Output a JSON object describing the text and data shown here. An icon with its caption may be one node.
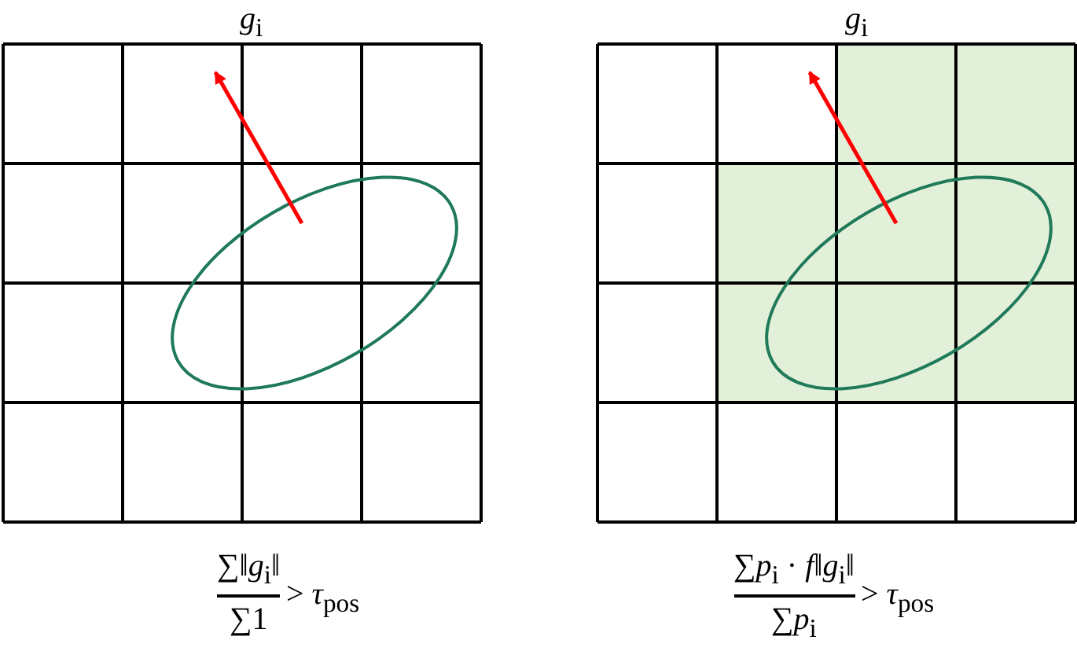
{
  "diagram": {
    "labels": [
      "*g*$_{i}$",
      "*g*$_{i}$",
      "∑‖*g*$_{i}$‖",
      "∑1",
      "> *τ*$_{pos}$",
      "∑*p*$_{i}$ · *f*‖*g*$_{i}$‖",
      "∑*p*$_{i}$",
      "> *τ*$_{pos}$"
    ]
  }
}
